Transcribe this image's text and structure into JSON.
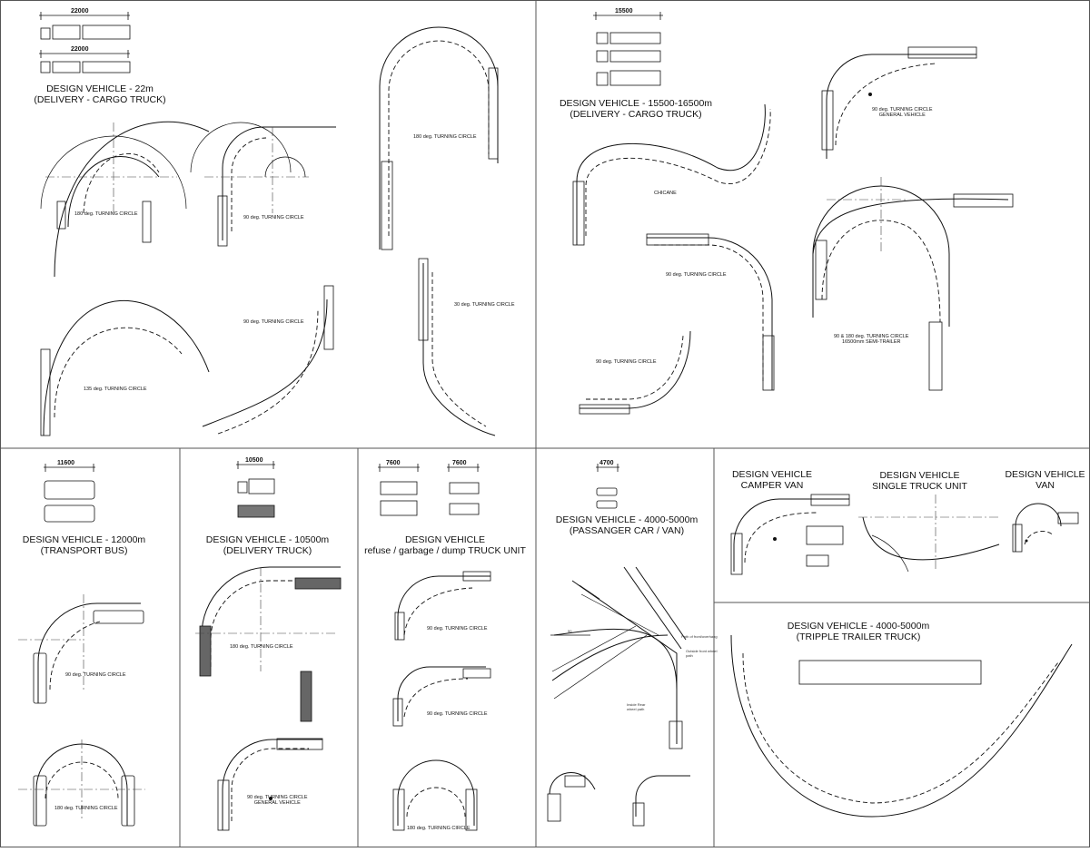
{
  "titles": {
    "p1_line1": "DESIGN VEHICLE - 22m",
    "p1_line2": "(DELIVERY - CARGO TRUCK)",
    "p2_line1": "DESIGN VEHICLE - 15500-16500m",
    "p2_line2": "(DELIVERY - CARGO TRUCK)",
    "p3_line1": "DESIGN VEHICLE - 12000m",
    "p3_line2": "(TRANSPORT BUS)",
    "p4_line1": "DESIGN VEHICLE - 10500m",
    "p4_line2": "(DELIVERY TRUCK)",
    "p5_line1": "DESIGN VEHICLE",
    "p5_line2": "refuse / garbage / dump TRUCK UNIT",
    "p6_line1": "DESIGN VEHICLE - 4000-5000m",
    "p6_line2": "(PASSANGER CAR / VAN)",
    "p7_line1": "DESIGN VEHICLE",
    "p7_line2": "CAMPER VAN",
    "p8_line1": "DESIGN VEHICLE",
    "p8_line2": "SINGLE TRUCK UNIT",
    "p9_line1": "DESIGN VEHICLE",
    "p9_line2": "VAN",
    "p10_line1": "DESIGN VEHICLE - 4000-5000m",
    "p10_line2": "(TRIPPLE TRAILER TRUCK)"
  },
  "dims": {
    "d22a": "22000",
    "d22b": "22000",
    "d155": "15500",
    "d116": "11600",
    "d105": "10500",
    "d76a": "7600",
    "d76b": "7600",
    "d47": "4700"
  },
  "labels": {
    "l_180a": "180 deg. TURNING CIRCLE",
    "l_90a": "90 deg. TURNING CIRCLE",
    "l_180b": "180 deg. TURNING CIRCLE",
    "l_90b": "90 deg. TURNING CIRCLE",
    "l_30": "30 deg. TURNING CIRCLE",
    "l_135": "135 deg. TURNING CIRCLE",
    "l_gen1a": "90 deg. TURNING CIRCLE",
    "l_gen1b": "GENERAL VEHICLE",
    "l_chicane": "CHICANE",
    "l_90c": "90 deg. TURNING CIRCLE",
    "l_semi_a": "90 & 180 deg. TURNING CIRCLE",
    "l_semi_b": "16500mm SEMI-TRAILER",
    "l_90d": "90 deg. TURNING CIRCLE",
    "l_bus90": "90 deg. TURNING CIRCLE",
    "l_bus180": "180 deg. TURNING CIRCLE",
    "l_dt180": "180 deg. TURNING CIRCLE",
    "l_gen2a": "90 deg. TURNING CIRCLE",
    "l_gen2b": "GENERAL VEHICLE",
    "l_rf90a": "90 deg. TURNING CIRCLE",
    "l_rf90b": "90 deg. TURNING CIRCLE",
    "l_rf180": "180 deg. TURNING CIRCLE",
    "l_car90": "50",
    "l_path": "Path of front/overhang",
    "l_outside": "Outside front wheel path",
    "l_inside": "Inside Rear wheel path"
  }
}
